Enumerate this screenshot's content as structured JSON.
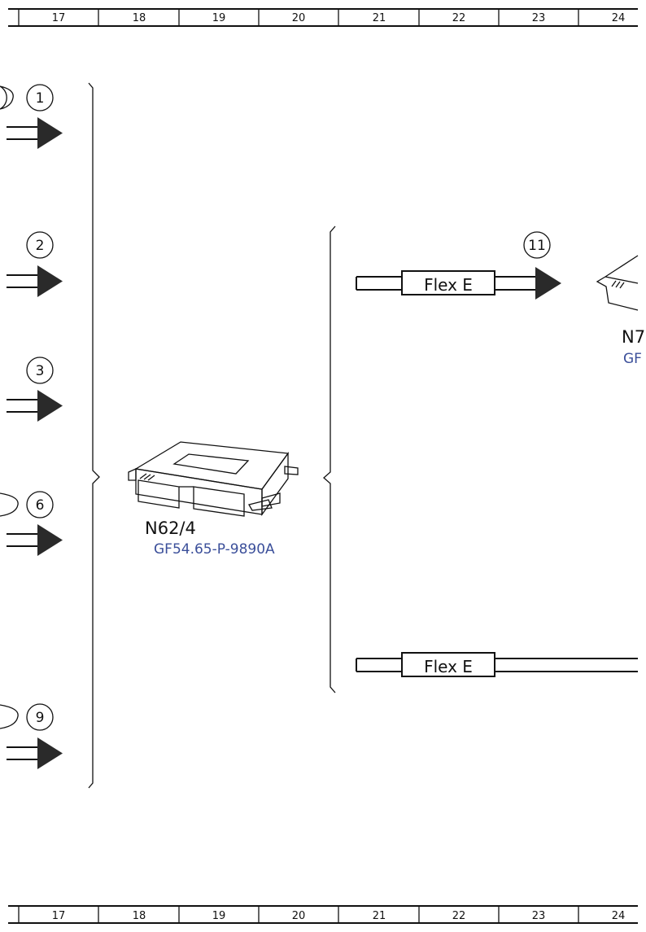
{
  "ruler": {
    "top": [
      "17",
      "18",
      "19",
      "20",
      "21",
      "22",
      "23",
      "24"
    ],
    "bottom": [
      "17",
      "18",
      "19",
      "20",
      "21",
      "22",
      "23",
      "24"
    ]
  },
  "connections": {
    "left_markers": [
      "1",
      "2",
      "3",
      "6",
      "9"
    ],
    "right_marker": "11"
  },
  "flex_labels": {
    "upper": "Flex E",
    "lower": "Flex E"
  },
  "component": {
    "name": "N62/4",
    "reference": "GF54.65-P-9890A"
  },
  "partial_component": {
    "name": "N7",
    "reference": "GF"
  }
}
